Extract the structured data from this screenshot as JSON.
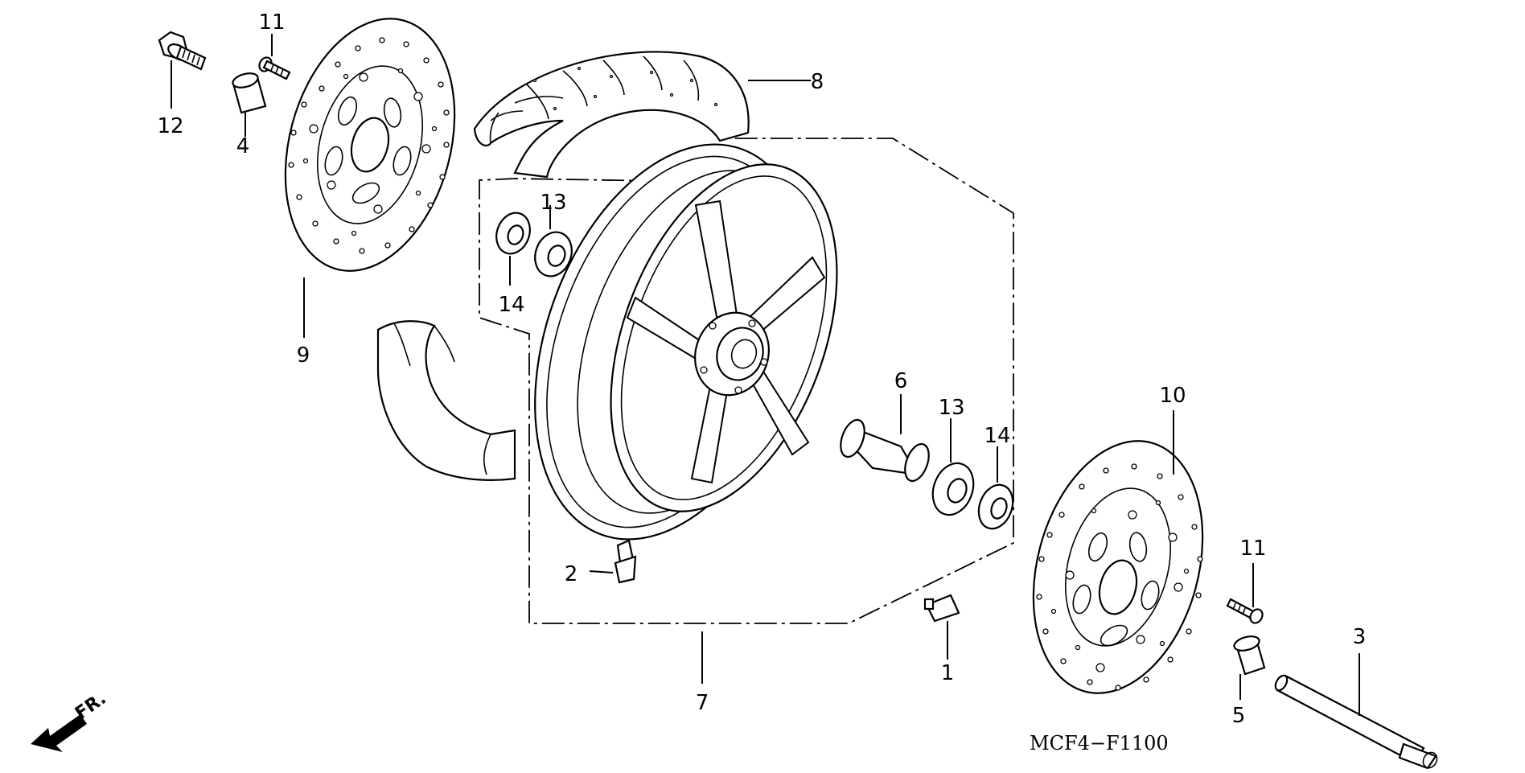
{
  "diagram": {
    "drawing_code": "MCF4−F1100",
    "direction_label": "FR.",
    "callouts": {
      "c1": "1",
      "c2": "2",
      "c3": "3",
      "c4": "4",
      "c5": "5",
      "c6": "6",
      "c7": "7",
      "c8": "8",
      "c9": "9",
      "c10": "10",
      "c11_top": "11",
      "c11_right": "11",
      "c12": "12",
      "c13_left": "13",
      "c13_right": "13",
      "c14_left": "14",
      "c14_right": "14"
    }
  }
}
